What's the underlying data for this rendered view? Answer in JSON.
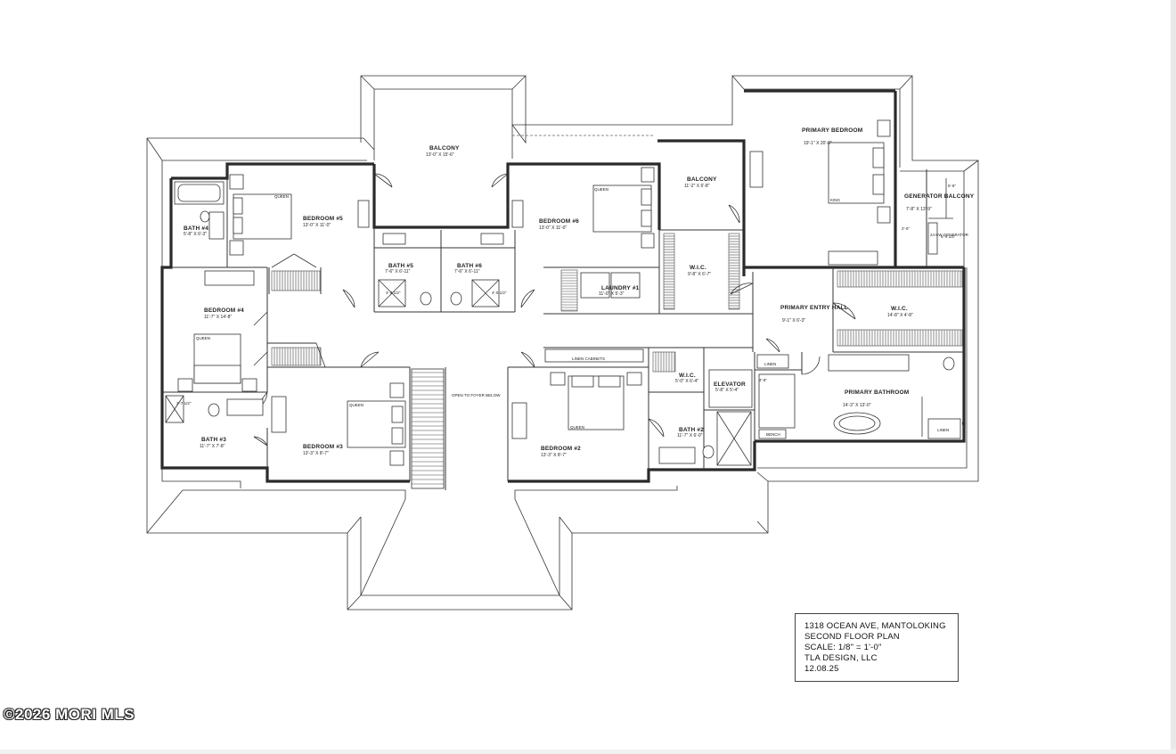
{
  "rooms": {
    "balcony_center": {
      "name": "BALCONY",
      "dim": "13'-0\" X 15'-6\""
    },
    "balcony_right": {
      "name": "BALCONY",
      "dim": "11'-2\" X 6'-8\""
    },
    "primary_bedroom": {
      "name": "PRIMARY BEDROOM",
      "dim": "19'-1\" X 20'-8\""
    },
    "generator_balcony": {
      "name": "GENERATOR BALCONY",
      "dim": "7'-8\" X 13'-9\""
    },
    "bedroom5": {
      "name": "BEDROOM #5",
      "dim": "13'-0\" X 11'-0\""
    },
    "bedroom6": {
      "name": "BEDROOM #6",
      "dim": "13'-0\" X 11'-0\""
    },
    "bath4": {
      "name": "BATH #4",
      "dim": "5'-8\" X 6'-3\""
    },
    "bath5": {
      "name": "BATH #5",
      "dim": "7'-6\" X 6'-11\""
    },
    "bath6": {
      "name": "BATH #6",
      "dim": "7'-6\" X 6'-11\""
    },
    "wic_upper": {
      "name": "W.I.C.",
      "dim": "9'-8\" X 6'-7\""
    },
    "laundry": {
      "name": "LAUNDRY #1",
      "dim": "11'-0\" X 5'-3\""
    },
    "primary_entry": {
      "name": "PRIMARY ENTRY HALL",
      "dim": "9'-1\" X 6'-3\""
    },
    "wic_primary": {
      "name": "W.I.C.",
      "dim": "14'-8\" X 4'-8\""
    },
    "bedroom4": {
      "name": "BEDROOM #4",
      "dim": "11'-7\" X 14'-8\""
    },
    "bedroom3": {
      "name": "BEDROOM #3",
      "dim": "13'-3\" X 8'-7\""
    },
    "bedroom2": {
      "name": "BEDROOM #2",
      "dim": "13'-3\" X 8'-7\""
    },
    "bath3": {
      "name": "BATH #3",
      "dim": "11'-7\" X 7'-8\""
    },
    "bath2": {
      "name": "BATH #2",
      "dim": "11'-7\" X 6'-0\""
    },
    "wic_small": {
      "name": "W.I.C.",
      "dim": "5'-0\" X 6'-4\""
    },
    "elevator": {
      "name": "ELEVATOR",
      "dim": "5'-8\" X 5'-4\""
    },
    "primary_bathroom": {
      "name": "PRIMARY BATHROOM",
      "dim": "14'-3\" X 13'-0\""
    }
  },
  "labels": {
    "queen_1": "QUEEN",
    "queen_2": "QUEEN",
    "queen_3": "QUEEN",
    "queen_4": "QUEEN",
    "queen_5": "QUEEN",
    "king": "KING",
    "linen_cabinets": "LINEN CABINETS",
    "open_to_foyer": "OPEN TO FOYER BELOW",
    "linen_1": "LINEN",
    "linen_2": "LINEN",
    "bench": "BENCH",
    "shower_dim_1": "4'-4 1/2\"",
    "shower_dim_2": "4'-0 1/2\"",
    "shower_dim_3": "3'-7 1/2\"",
    "shower_dim_4": "4'-8\"",
    "dim_2_0": "2'-0\"",
    "dim_5_4": "5'-4 1/2\"",
    "dim_5_6": "5'-6\"",
    "generator_unit": "24 KW GENERATOR"
  },
  "title_block": {
    "line1": "1318 OCEAN AVE, MANTOLOKING",
    "line2": "SECOND FLOOR PLAN",
    "line3": "SCALE: 1/8\" = 1'-0\"",
    "line4": "TLA DESIGN, LLC",
    "line5": "12.08.25"
  },
  "watermark": "©2026 MORI MLS"
}
